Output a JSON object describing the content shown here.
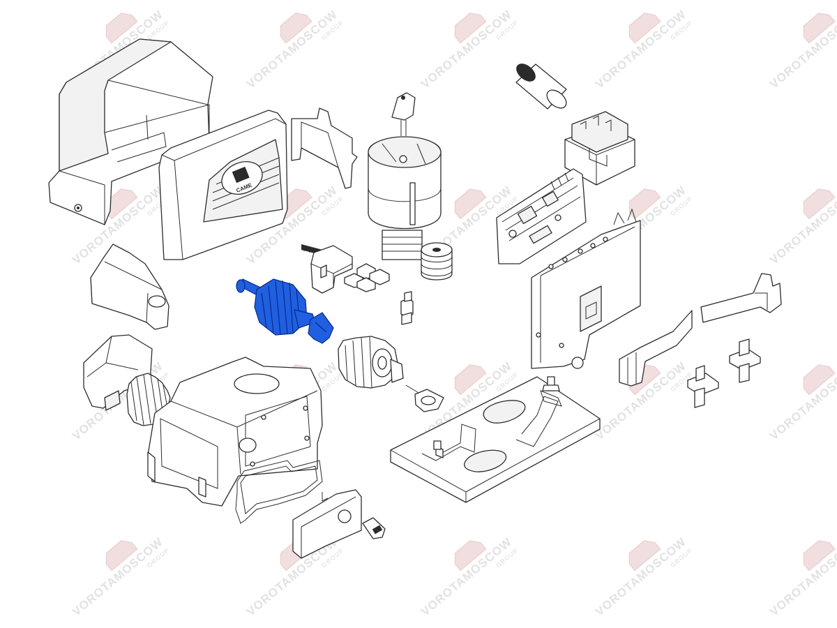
{
  "diagram": {
    "highlight_color": "#1f5fe0",
    "line_color": "#2b2b2b",
    "background": "#ffffff",
    "watermark": {
      "text": "VOROTAMOSCOW",
      "subtext": "GROUP",
      "color": "#e2e2e2",
      "logo_color": "#f1dede"
    },
    "cover_logo": "CAME",
    "parts": [
      "outer-cover",
      "front-cover",
      "bracket",
      "motor",
      "capacitor",
      "transformer",
      "control-board",
      "board-mount-plate",
      "cover-base",
      "drive-cover",
      "pinion-gear",
      "gearbox-housing",
      "gasket",
      "release-cover",
      "release-key",
      "worm-shaft",
      "encoder-assembly",
      "terminal-clips",
      "fuse-holder",
      "spring-washers",
      "output-gear",
      "shaft-pin",
      "foundation-plate",
      "limit-bracket",
      "limit-switch-cam",
      "anchor-bolt"
    ]
  }
}
